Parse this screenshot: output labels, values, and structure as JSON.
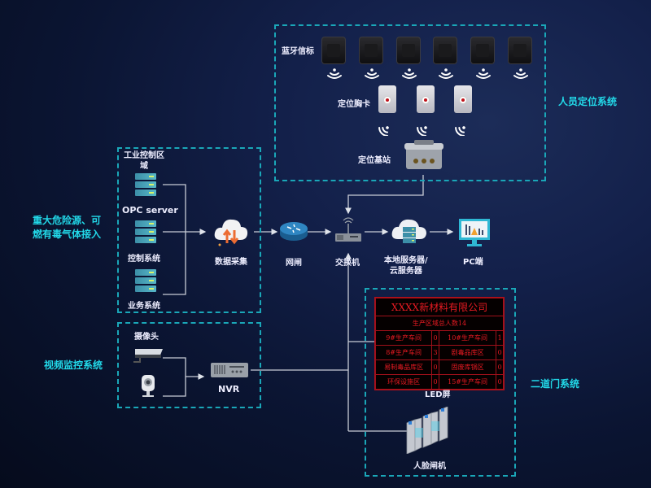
{
  "diagram": {
    "colors": {
      "background_top": "#1c2c58",
      "background_bottom": "#050b1c",
      "dashed_border": "#1aa7b8",
      "group_label": "#22d8e8",
      "led_text": "#e81a22",
      "connector": "#c8ccd6"
    },
    "groups": {
      "personnel_positioning": {
        "title": "人员定位系统",
        "beacon_label": "蓝牙信标",
        "badge_label": "定位胸卡",
        "base_station_label": "定位基站",
        "beacon_count": 6,
        "badge_count": 3
      },
      "hazard_access": {
        "title_line1": "重大危险源、可",
        "title_line2": "燃有毒气体接入",
        "zone_label_line1": "工业控制区",
        "zone_label_line2": "域",
        "servers": [
          "OPC server",
          "控制系统",
          "业务系统"
        ]
      },
      "video_monitoring": {
        "title": "视频监控系统",
        "camera_label": "摄像头",
        "nvr_label": "NVR"
      },
      "gate_system": {
        "title": "二道门系统",
        "led_label": "LED屏",
        "face_gate_label": "人脸闸机"
      }
    },
    "main_chain": {
      "data_collection": "数据采集",
      "gatekeeper": "网闸",
      "switch": "交换机",
      "server_line1": "本地服务器/",
      "server_line2": "云服务器",
      "pc": "PC端"
    },
    "led_screen": {
      "company": "XXXX新材料有限公司",
      "total": "生产区域总人数14",
      "rows": [
        {
          "a": "9#生产车间",
          "av": "0",
          "b": "10#生产车间",
          "bv": "1"
        },
        {
          "a": "8#生产车间",
          "av": "3",
          "b": "剧毒品库区",
          "bv": "0"
        },
        {
          "a": "易制毒品库区",
          "av": "0",
          "b": "固废库锅区",
          "bv": "0"
        },
        {
          "a": "环保设施区",
          "av": "0",
          "b": "15#生产车间",
          "bv": "0"
        }
      ]
    }
  }
}
